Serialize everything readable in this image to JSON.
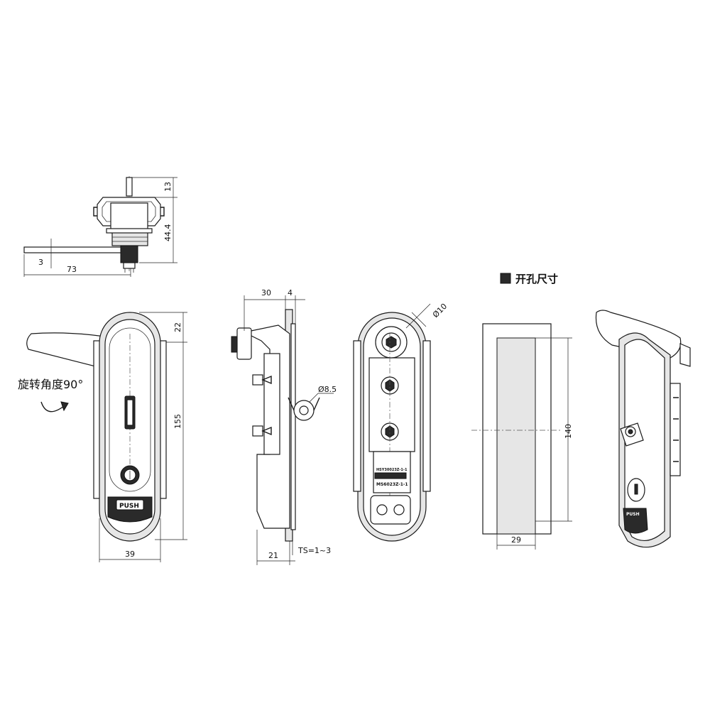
{
  "dimensions": {
    "top_shaft": "13",
    "top_height": "44.4",
    "top_plate": "3",
    "top_length": "73",
    "front_top": "22",
    "front_height": "155",
    "front_width": "39",
    "side_depth": "30",
    "side_plate": "4",
    "side_hole": "Ø8.5",
    "side_bottom": "21",
    "side_ts": "TS=1~3",
    "back_hole": "Ø10",
    "cutout_height": "140",
    "cutout_width": "29"
  },
  "labels": {
    "rotation": "旋转角度90°",
    "cutout_title": "开孔尺寸",
    "push": "PUSH",
    "plate_code_top": "HSY30023Z-1-1",
    "plate_code": "MS6023Z-1-1"
  },
  "colors": {
    "line": "#1a1a1a",
    "fill": "#e6e6e6"
  }
}
